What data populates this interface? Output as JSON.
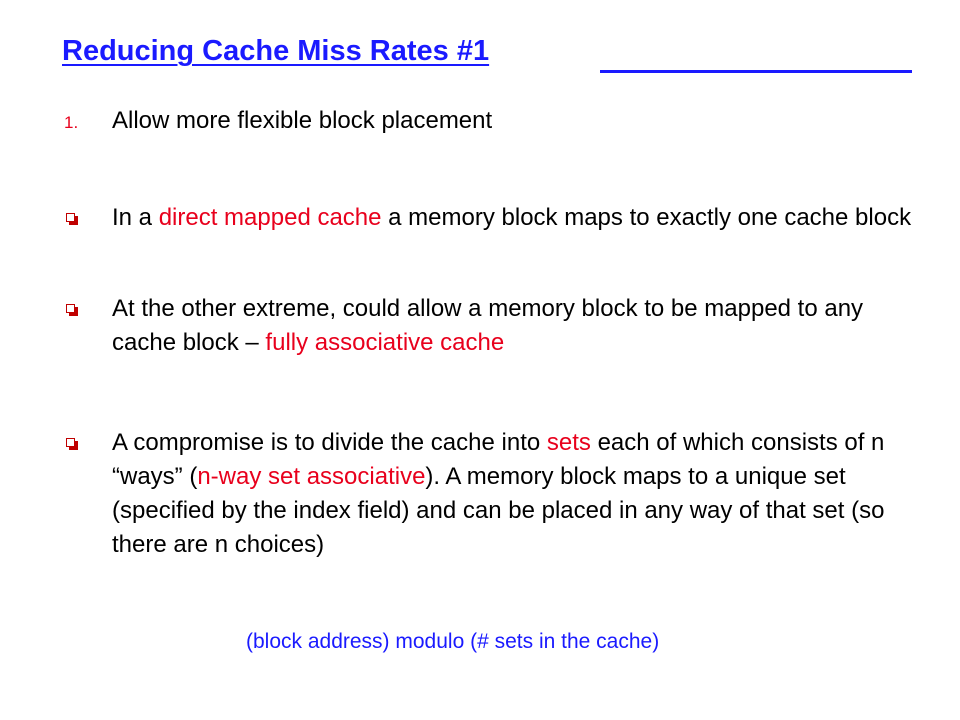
{
  "title": "Reducing Cache Miss Rates #1",
  "point1": {
    "number": "1.",
    "text": "Allow more flexible block placement"
  },
  "bullet1": {
    "pre": "In a ",
    "hl": "direct mapped cache",
    "post": " a memory block maps to exactly one cache block"
  },
  "bullet2": {
    "pre": "At the other extreme, could allow a memory block to be mapped to any cache block – ",
    "hl": "fully associative cache"
  },
  "bullet3": {
    "pre": "A compromise is to divide the cache into ",
    "hl1": "sets",
    "mid": " each of which consists of n “ways” (",
    "hl2": "n-way set associative",
    "post": ").  A memory block maps to a unique set (specified by the index field) and can be placed in any way of that set (so there are n choices)"
  },
  "formula": "(block address) modulo (# sets in the cache)",
  "colors": {
    "title": "#1a1aff",
    "highlight": "#e8001c",
    "bullet": "#c00000"
  }
}
